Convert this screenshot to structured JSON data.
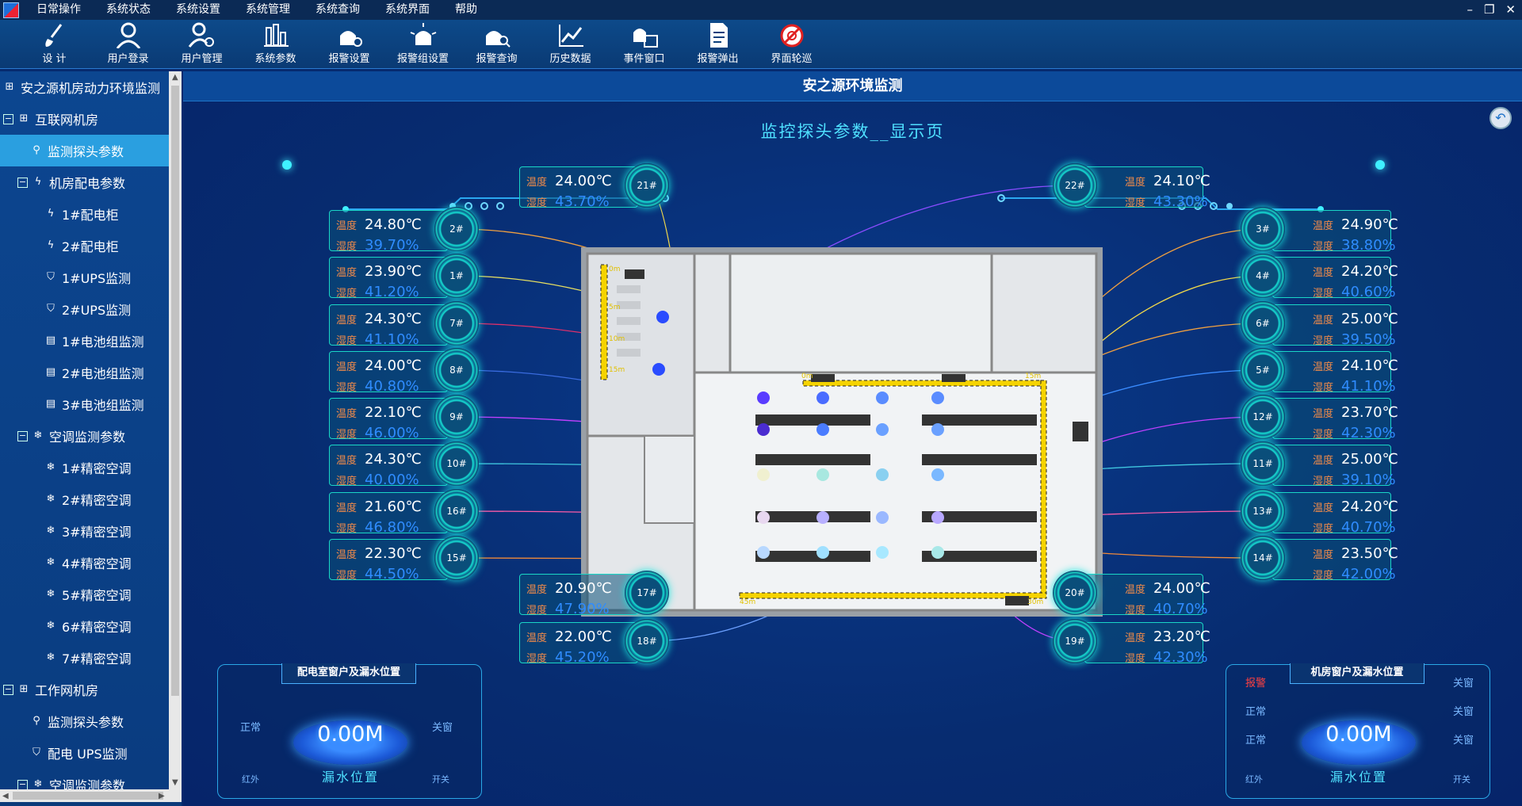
{
  "menu": [
    "日常操作",
    "系统状态",
    "系统设置",
    "系统管理",
    "系统查询",
    "系统界面",
    "帮助"
  ],
  "window_controls": [
    "–",
    "❐",
    "✕"
  ],
  "toolbar": [
    {
      "label": "设 计",
      "icon": "brush-icon"
    },
    {
      "label": "用户登录",
      "icon": "user-icon"
    },
    {
      "label": "用户管理",
      "icon": "user-gear-icon"
    },
    {
      "label": "系统参数",
      "icon": "bar-chart-icon"
    },
    {
      "label": "报警设置",
      "icon": "alarm-gear-icon"
    },
    {
      "label": "报警组设置",
      "icon": "alarm-group-icon"
    },
    {
      "label": "报警查询",
      "icon": "alarm-search-icon"
    },
    {
      "label": "历史数据",
      "icon": "line-chart-icon"
    },
    {
      "label": "事件窗口",
      "icon": "event-window-icon"
    },
    {
      "label": "报警弹出",
      "icon": "document-icon"
    },
    {
      "label": "界面轮巡",
      "icon": "patrol-icon"
    }
  ],
  "tree": [
    {
      "label": "安之源机房动力环境监测",
      "level": 0,
      "expander": "",
      "icon": "grid-icon"
    },
    {
      "label": "互联网机房",
      "level": 0,
      "expander": "⊟",
      "icon": "grid-icon"
    },
    {
      "label": "监测探头参数",
      "level": 2,
      "expander": "",
      "icon": "probe-icon",
      "selected": true
    },
    {
      "label": "机房配电参数",
      "level": 1,
      "expander": "⊟",
      "icon": "lightning-icon"
    },
    {
      "label": "1#配电柜",
      "level": 3,
      "expander": "",
      "icon": "lightning-icon"
    },
    {
      "label": "2#配电柜",
      "level": 3,
      "expander": "",
      "icon": "lightning-icon"
    },
    {
      "label": "1#UPS监测",
      "level": 3,
      "expander": "",
      "icon": "shield-icon"
    },
    {
      "label": "2#UPS监测",
      "level": 3,
      "expander": "",
      "icon": "shield-icon"
    },
    {
      "label": "1#电池组监测",
      "level": 3,
      "expander": "",
      "icon": "battery-icon"
    },
    {
      "label": "2#电池组监测",
      "level": 3,
      "expander": "",
      "icon": "battery-icon"
    },
    {
      "label": "3#电池组监测",
      "level": 3,
      "expander": "",
      "icon": "battery-icon"
    },
    {
      "label": "空调监测参数",
      "level": 1,
      "expander": "⊟",
      "icon": "snowflake-icon"
    },
    {
      "label": "1#精密空调",
      "level": 3,
      "expander": "",
      "icon": "snowflake-icon"
    },
    {
      "label": "2#精密空调",
      "level": 3,
      "expander": "",
      "icon": "snowflake-icon"
    },
    {
      "label": "3#精密空调",
      "level": 3,
      "expander": "",
      "icon": "snowflake-icon"
    },
    {
      "label": "4#精密空调",
      "level": 3,
      "expander": "",
      "icon": "snowflake-icon"
    },
    {
      "label": "5#精密空调",
      "level": 3,
      "expander": "",
      "icon": "snowflake-icon"
    },
    {
      "label": "6#精密空调",
      "level": 3,
      "expander": "",
      "icon": "snowflake-icon"
    },
    {
      "label": "7#精密空调",
      "level": 3,
      "expander": "",
      "icon": "snowflake-icon"
    },
    {
      "label": "工作网机房",
      "level": 0,
      "expander": "⊟",
      "icon": "grid-icon"
    },
    {
      "label": "监测探头参数",
      "level": 2,
      "expander": "",
      "icon": "probe-icon"
    },
    {
      "label": "配电 UPS监测",
      "level": 2,
      "expander": "",
      "icon": "shield-icon"
    },
    {
      "label": "空调监测参数",
      "level": 1,
      "expander": "⊟",
      "icon": "snowflake-icon"
    }
  ],
  "main_title": "安之源环境监测",
  "page_title": "监控探头参数__显示页",
  "temp_label": "温度",
  "hum_label": "湿度",
  "sensors": [
    {
      "id": "21#",
      "temp": "24.00℃",
      "hum": "43.70%",
      "side": "left"
    },
    {
      "id": "22#",
      "temp": "24.10℃",
      "hum": "43.30%",
      "side": "right"
    },
    {
      "id": "2#",
      "temp": "24.80℃",
      "hum": "39.70%",
      "side": "left"
    },
    {
      "id": "1#",
      "temp": "23.90℃",
      "hum": "41.20%",
      "side": "left"
    },
    {
      "id": "7#",
      "temp": "24.30℃",
      "hum": "41.10%",
      "side": "left"
    },
    {
      "id": "8#",
      "temp": "24.00℃",
      "hum": "40.80%",
      "side": "left"
    },
    {
      "id": "9#",
      "temp": "22.10℃",
      "hum": "46.00%",
      "side": "left"
    },
    {
      "id": "10#",
      "temp": "24.30℃",
      "hum": "40.00%",
      "side": "left"
    },
    {
      "id": "16#",
      "temp": "21.60℃",
      "hum": "46.80%",
      "side": "left"
    },
    {
      "id": "15#",
      "temp": "22.30℃",
      "hum": "44.50%",
      "side": "left"
    },
    {
      "id": "3#",
      "temp": "24.90℃",
      "hum": "38.80%",
      "side": "right"
    },
    {
      "id": "4#",
      "temp": "24.20℃",
      "hum": "40.60%",
      "side": "right"
    },
    {
      "id": "6#",
      "temp": "25.00℃",
      "hum": "39.50%",
      "side": "right"
    },
    {
      "id": "5#",
      "temp": "24.10℃",
      "hum": "41.10%",
      "side": "right"
    },
    {
      "id": "12#",
      "temp": "23.70℃",
      "hum": "42.30%",
      "side": "right"
    },
    {
      "id": "11#",
      "temp": "25.00℃",
      "hum": "39.10%",
      "side": "right"
    },
    {
      "id": "13#",
      "temp": "24.20℃",
      "hum": "40.70%",
      "side": "right"
    },
    {
      "id": "14#",
      "temp": "23.50℃",
      "hum": "42.00%",
      "side": "right"
    },
    {
      "id": "17#",
      "temp": "20.90℃",
      "hum": "47.90%",
      "side": "left"
    },
    {
      "id": "18#",
      "temp": "22.00℃",
      "hum": "45.20%",
      "side": "left"
    },
    {
      "id": "20#",
      "temp": "24.00℃",
      "hum": "40.70%",
      "side": "right"
    },
    {
      "id": "19#",
      "temp": "23.20℃",
      "hum": "42.30%",
      "side": "right"
    }
  ],
  "map_marks": [
    "0m",
    "5m",
    "10m",
    "15m",
    "0m",
    "15m",
    "45m",
    "30m"
  ],
  "leak_left": {
    "title": "配电室窗户及漏水位置",
    "value": "0.00M",
    "sub": "漏水位置",
    "status1": "正常",
    "status2": "关窗",
    "ir": "红外",
    "sw": "开关"
  },
  "leak_right": {
    "title": "机房窗户及漏水位置",
    "value": "0.00M",
    "sub": "漏水位置",
    "alarm": "报警",
    "normal1": "正常",
    "normal2": "正常",
    "w1": "关窗",
    "w2": "关窗",
    "w3": "关窗",
    "ir": "红外",
    "sw": "开关"
  },
  "colors": {
    "accent": "#1ad6c6",
    "temp_label": "#f08a4a",
    "humidity": "#2f8cff",
    "title": "#4fe0ff",
    "alarm": "#ff4040"
  }
}
